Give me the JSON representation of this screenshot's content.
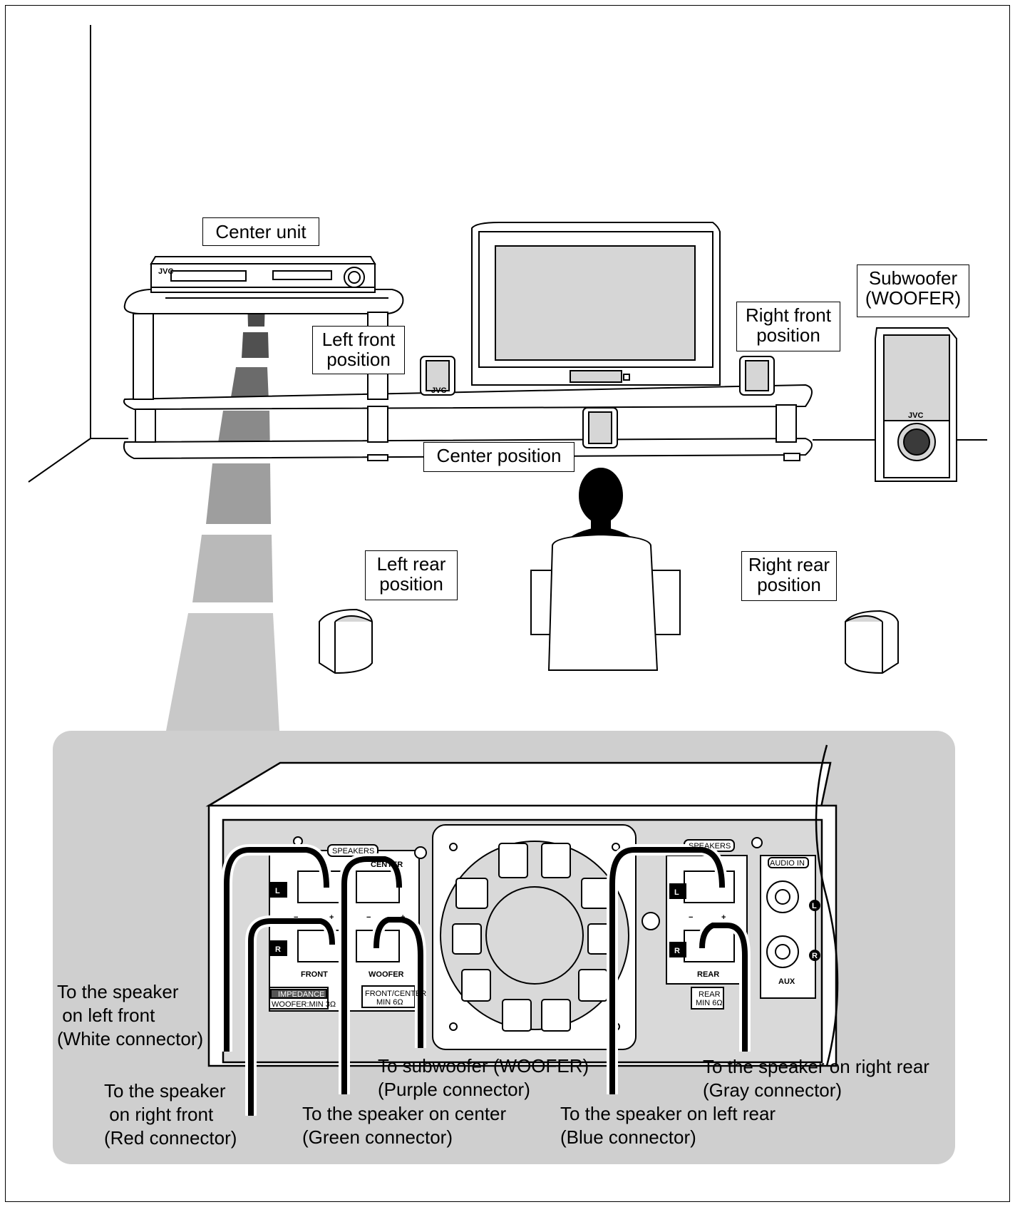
{
  "room_labels": {
    "center_unit": "Center unit",
    "subwoofer": "Subwoofer\n(WOOFER)",
    "right_front": "Right front\nposition",
    "left_front": "Left front\nposition",
    "center_position": "Center position",
    "left_rear": "Left rear\nposition",
    "right_rear": "Right rear\nposition"
  },
  "brand": {
    "unit_logo": "JVC",
    "speaker_logo": "JVC",
    "woofer_logo": "JVC"
  },
  "panel": {
    "speakers_left": "SPEAKERS",
    "speakers_right": "SPEAKERS",
    "center": "CENTER",
    "front": "FRONT",
    "woofer": "WOOFER",
    "rear": "REAR",
    "impedance": "IMPEDANCE",
    "woofer_min": "WOOFER:MIN 3Ω",
    "front_center_min": "FRONT/CENTER",
    "min_6": "MIN 6Ω",
    "rear_min": "REAR",
    "rear_min_6": "MIN 6Ω",
    "audio_in": "AUDIO IN",
    "aux": "AUX",
    "l": "L",
    "r": "R",
    "minus": "−",
    "plus": "+"
  },
  "callouts": {
    "left_front": "To the speaker\n on left front\n(White connector)",
    "right_front": "To the speaker\n on right front\n(Red connector)",
    "subwoofer": "To subwoofer (WOOFER)\n(Purple connector)",
    "center": "To the speaker on center\n(Green connector)",
    "right_rear": "To the speaker on right rear\n(Gray connector)",
    "left_rear": "To the speaker on left rear\n(Blue connector)"
  },
  "colors": {
    "inset_bg": "#cfcfcf",
    "panel_bg": "#d9d9d9",
    "beam_dark": "#4a4a4a",
    "beam_light": "#c8c8c8",
    "screen": "#d6d6d6"
  }
}
